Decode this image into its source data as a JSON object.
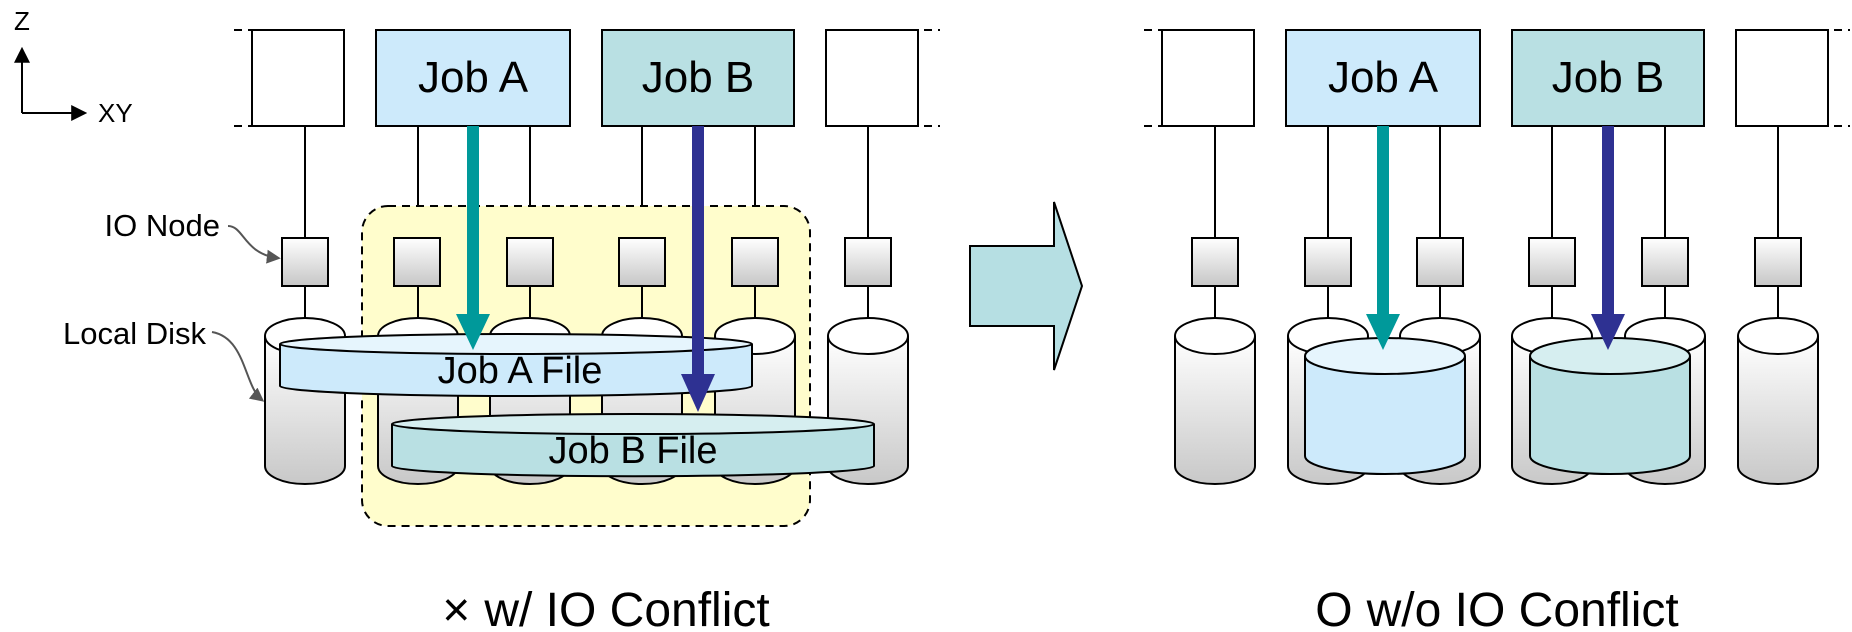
{
  "axis": {
    "z_label": "Z",
    "xy_label": "XY"
  },
  "annotations": {
    "io_node": "IO Node",
    "local_disk": "Local Disk"
  },
  "left_panel": {
    "job_a": "Job A",
    "job_b": "Job B",
    "file_a": "Job A File",
    "file_b": "Job B File",
    "caption_symbol": "×",
    "caption": "w/ IO Conflict"
  },
  "right_panel": {
    "job_a": "Job A",
    "job_b": "Job B",
    "caption_symbol": "O",
    "caption": "w/o IO Conflict"
  },
  "colors": {
    "job_a_fill": "#cdeafb",
    "job_b_fill": "#b9e0e3",
    "conflict_region": "#fffdcc",
    "arrow_a": "#00999a",
    "arrow_b": "#2e3192",
    "transition_arrow": "#b6dfe3"
  }
}
